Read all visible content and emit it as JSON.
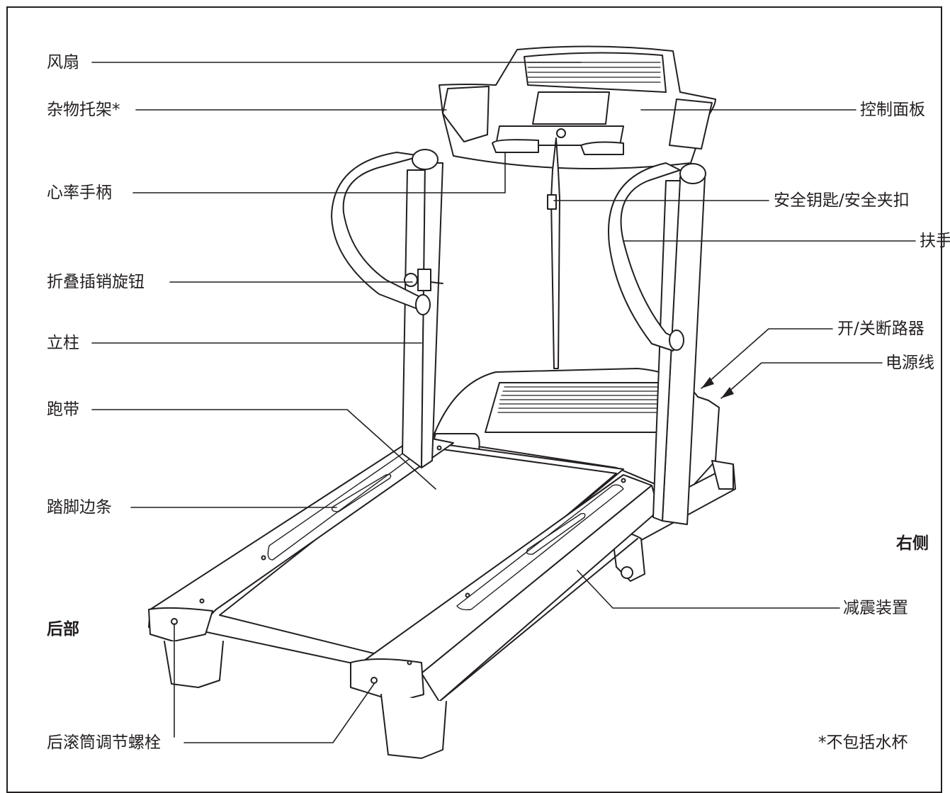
{
  "labels": {
    "fan": "风扇",
    "accessory_tray": "杂物托架*",
    "pulse_grips": "心率手柄",
    "latch_knob": "折叠插销旋钮",
    "upright": "立柱",
    "walking_belt": "跑带",
    "foot_rail": "踏脚边条",
    "roller_bolts": "后滚筒调节螺栓",
    "console": "控制面板",
    "key_clip": "安全钥匙/安全夹扣",
    "handrail": "扶手",
    "circuit_breaker": "开/关断路器",
    "power_cord": "电源线",
    "shock": "减震装置",
    "right_side": "右侧",
    "back": "后部",
    "footnote": "*不包括水杯"
  },
  "colors": {
    "line": "#231f20",
    "background": "#ffffff"
  }
}
